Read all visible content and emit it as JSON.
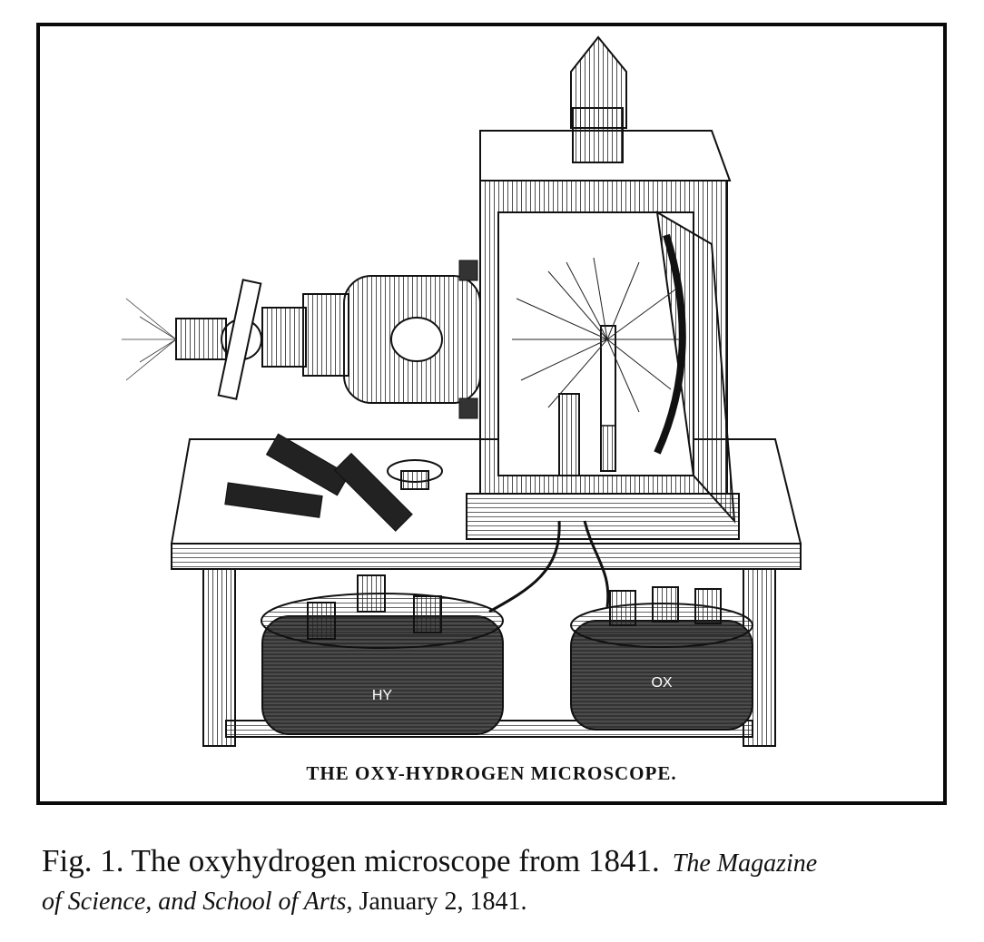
{
  "figure": {
    "engraving_title": "THE OXY-HYDROGEN MICROSCOPE.",
    "label_hy": "HY",
    "label_ox": "OX"
  },
  "caption": {
    "fig_label": "Fig. 1. The oxyhydrogen microscope from 1841.",
    "source_part1": "The Magazine",
    "source_part2": "of Science, and School of Arts",
    "date": ", January 2, 1841."
  },
  "colors": {
    "ink": "#111111",
    "border": "#0a0a0a",
    "paper": "#ffffff"
  }
}
